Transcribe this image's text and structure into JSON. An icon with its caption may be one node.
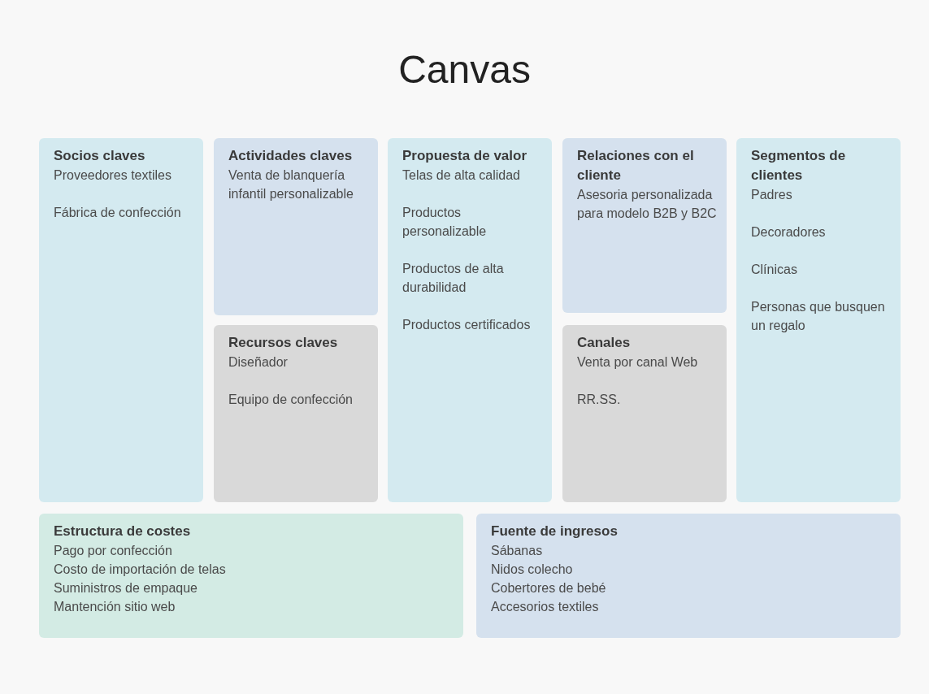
{
  "diagram": {
    "title": "Canvas",
    "nodes": [
      {
        "text": [
          "Socios claves",
          "Proveedores textiles",
          "Fábrica de confección"
        ]
      },
      {
        "text": [
          "Actividades claves",
          "Venta de blanquería infantil personalizable"
        ]
      },
      {
        "text": [
          "Recursos claves",
          "Diseñador",
          "Equipo de confección"
        ]
      },
      {
        "text": [
          "Propuesta de valor",
          "Telas de alta calidad",
          "Productos personalizable",
          "Productos de alta durabilidad",
          "Productos certificados"
        ]
      },
      {
        "text": [
          "Relaciones con el cliente",
          "Asesoria personalizada para modelo B2B y B2C"
        ]
      },
      {
        "text": [
          "Canales",
          "Venta por canal Web",
          "RR.SS."
        ]
      },
      {
        "text": [
          "Segmentos de clientes",
          "Padres",
          "Decoradores",
          "Clínicas",
          "Personas que busquen un regalo"
        ]
      },
      {
        "text": [
          "Estructura de costes",
          "Pago por confección",
          "Costo de importación de telas",
          "Suministros de empaque",
          "Mantención sitio web"
        ]
      },
      {
        "text": [
          "Fuente de ingresos",
          "Sábanas",
          "Nidos colecho",
          "Cobertores de bebé",
          "Accesorios textiles"
        ]
      }
    ],
    "edges": []
  }
}
